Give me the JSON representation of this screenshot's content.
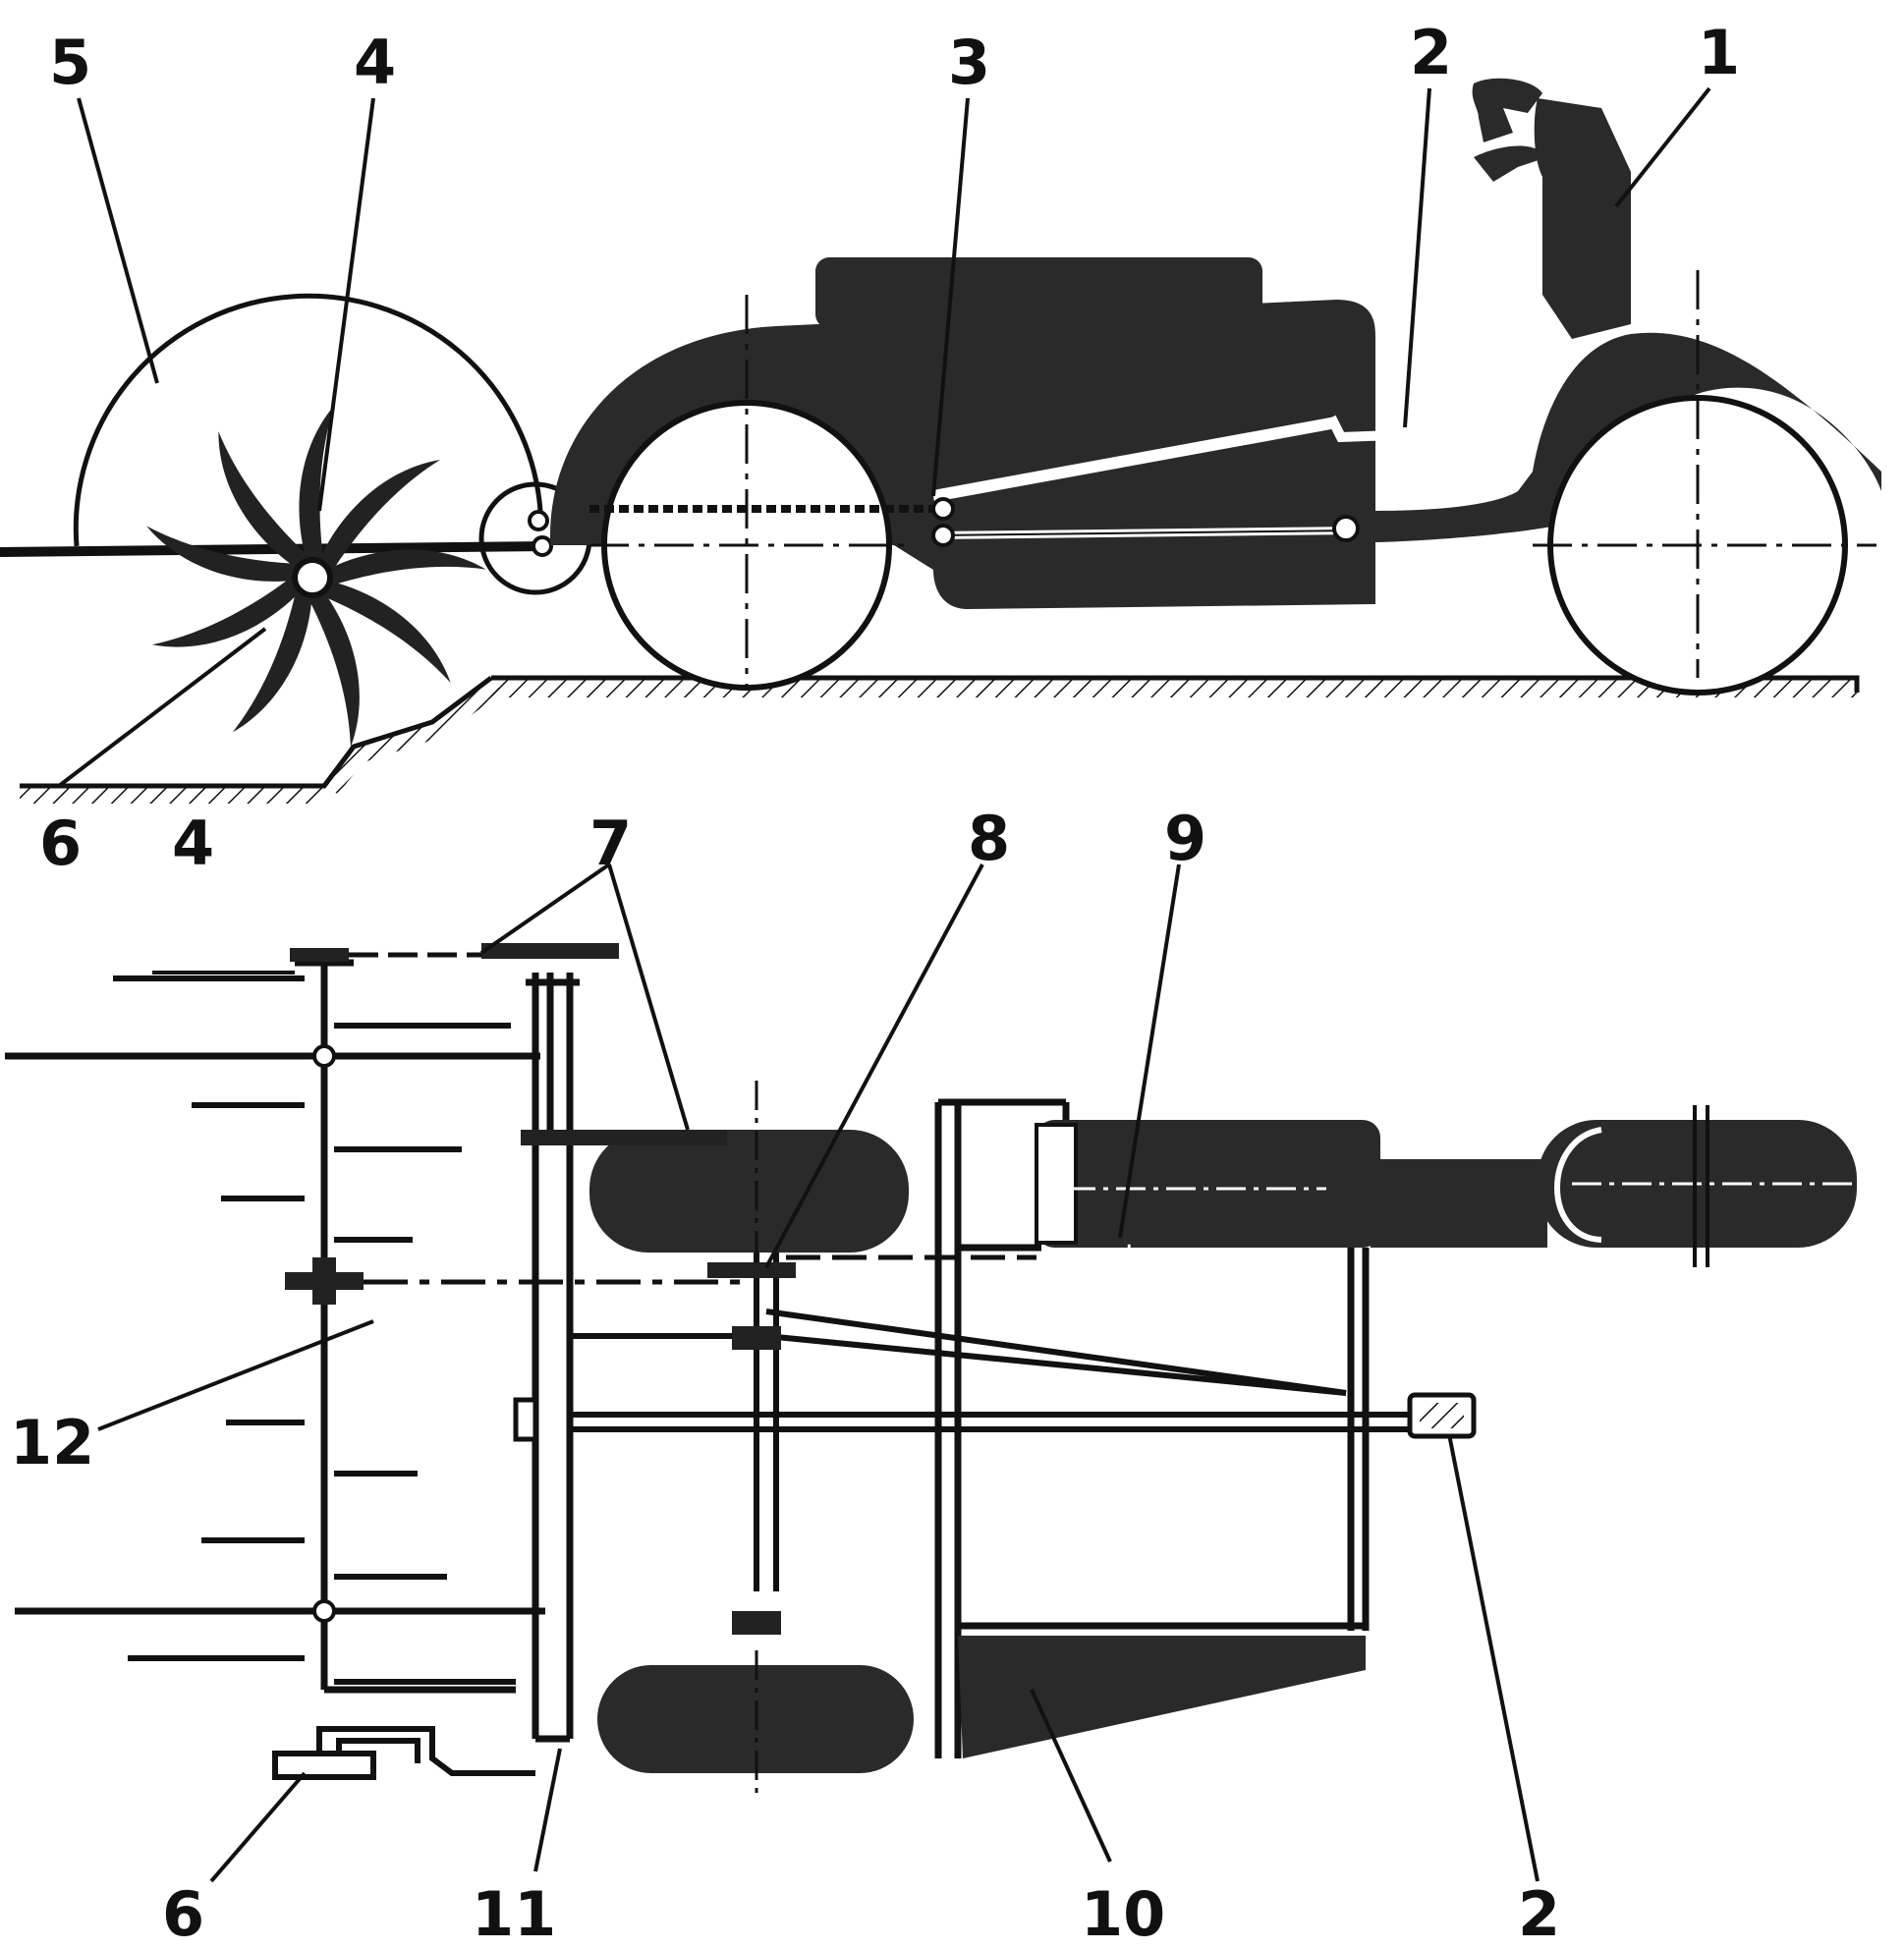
{
  "colors": {
    "ink": "#111111",
    "fill": "#2a2a2a",
    "paper": "#ffffff"
  },
  "labels": {
    "l1": "1",
    "l2": "2",
    "l3": "3",
    "l4": "4",
    "l5": "5",
    "l6": "6",
    "l4b": "4",
    "l7": "7",
    "l8": "8",
    "l9": "9",
    "l12": "12",
    "l6b": "6",
    "l11": "11",
    "l10": "10",
    "l2b": "2"
  }
}
